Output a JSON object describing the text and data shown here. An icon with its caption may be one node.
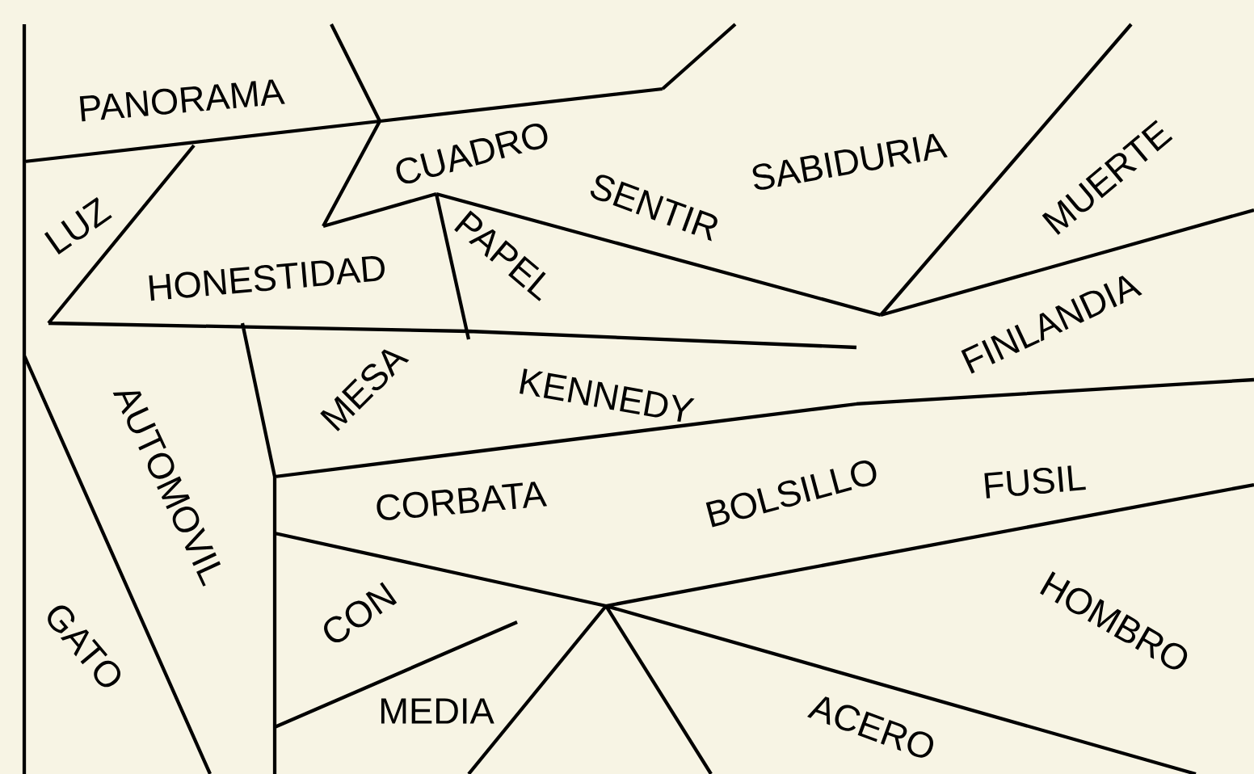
{
  "diagram": {
    "nodes": [
      {
        "text": [
          "PANORAMA"
        ]
      },
      {
        "text": [
          "CUADRO"
        ]
      },
      {
        "text": [
          "SABIDURIA"
        ]
      },
      {
        "text": [
          "MUERTE"
        ]
      },
      {
        "text": [
          "LUZ"
        ]
      },
      {
        "text": [
          "HONESTIDAD"
        ]
      },
      {
        "text": [
          "PAPEL"
        ]
      },
      {
        "text": [
          "SENTIR"
        ]
      },
      {
        "text": [
          "FINLANDIA"
        ]
      },
      {
        "text": [
          "MESA"
        ]
      },
      {
        "text": [
          "KENNEDY"
        ]
      },
      {
        "text": [
          "AUTOMOVIL"
        ]
      },
      {
        "text": [
          "CORBATA"
        ]
      },
      {
        "text": [
          "BOLSILLO"
        ]
      },
      {
        "text": [
          "FUSIL"
        ]
      },
      {
        "text": [
          "GATO"
        ]
      },
      {
        "text": [
          "CON"
        ]
      },
      {
        "text": [
          "HOMBRO"
        ]
      },
      {
        "text": [
          "ACERO"
        ]
      },
      {
        "text": [
          "MEDIA"
        ]
      }
    ]
  }
}
